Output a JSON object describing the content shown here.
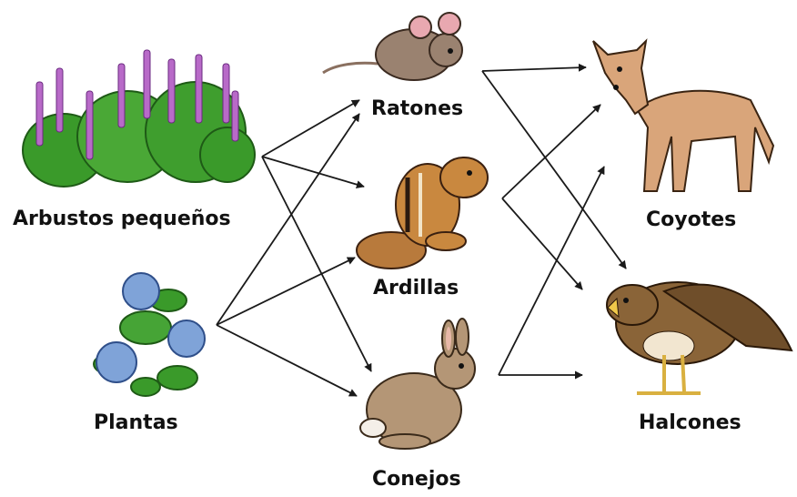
{
  "labels": {
    "shrubs": "Arbustos pequeños",
    "plants": "Plantas",
    "mice": "Ratones",
    "squirrels": "Ardillas",
    "rabbits": "Conejos",
    "coyotes": "Coyotes",
    "hawks": "Halcones"
  },
  "organisms": [
    {
      "key": "shrubs",
      "icon": "shrub-illustration"
    },
    {
      "key": "plants",
      "icon": "hydrangea-plant-illustration"
    },
    {
      "key": "mice",
      "icon": "mouse-illustration"
    },
    {
      "key": "squirrels",
      "icon": "chipmunk-illustration"
    },
    {
      "key": "rabbits",
      "icon": "rabbit-illustration"
    },
    {
      "key": "coyotes",
      "icon": "coyote-illustration"
    },
    {
      "key": "hawks",
      "icon": "hawk-illustration"
    }
  ],
  "links": [
    {
      "from": "shrubs",
      "to": "mice"
    },
    {
      "from": "shrubs",
      "to": "squirrels"
    },
    {
      "from": "shrubs",
      "to": "rabbits"
    },
    {
      "from": "plants",
      "to": "mice"
    },
    {
      "from": "plants",
      "to": "squirrels"
    },
    {
      "from": "plants",
      "to": "rabbits"
    },
    {
      "from": "mice",
      "to": "coyotes"
    },
    {
      "from": "mice",
      "to": "hawks"
    },
    {
      "from": "squirrels",
      "to": "coyotes"
    },
    {
      "from": "squirrels",
      "to": "hawks"
    },
    {
      "from": "rabbits",
      "to": "coyotes"
    },
    {
      "from": "rabbits",
      "to": "hawks"
    }
  ],
  "colors": {
    "arrow": "#1a1a1a",
    "label": "#111111",
    "foliage": "#3a9a2a",
    "flower": "#b86ac8",
    "hydrangea": "#7fa3d8",
    "mouse": "#9a8270",
    "chipmunk": "#b87a3c",
    "rabbit": "#b49676",
    "coyote": "#d9a57a",
    "hawk": "#8a6438"
  }
}
